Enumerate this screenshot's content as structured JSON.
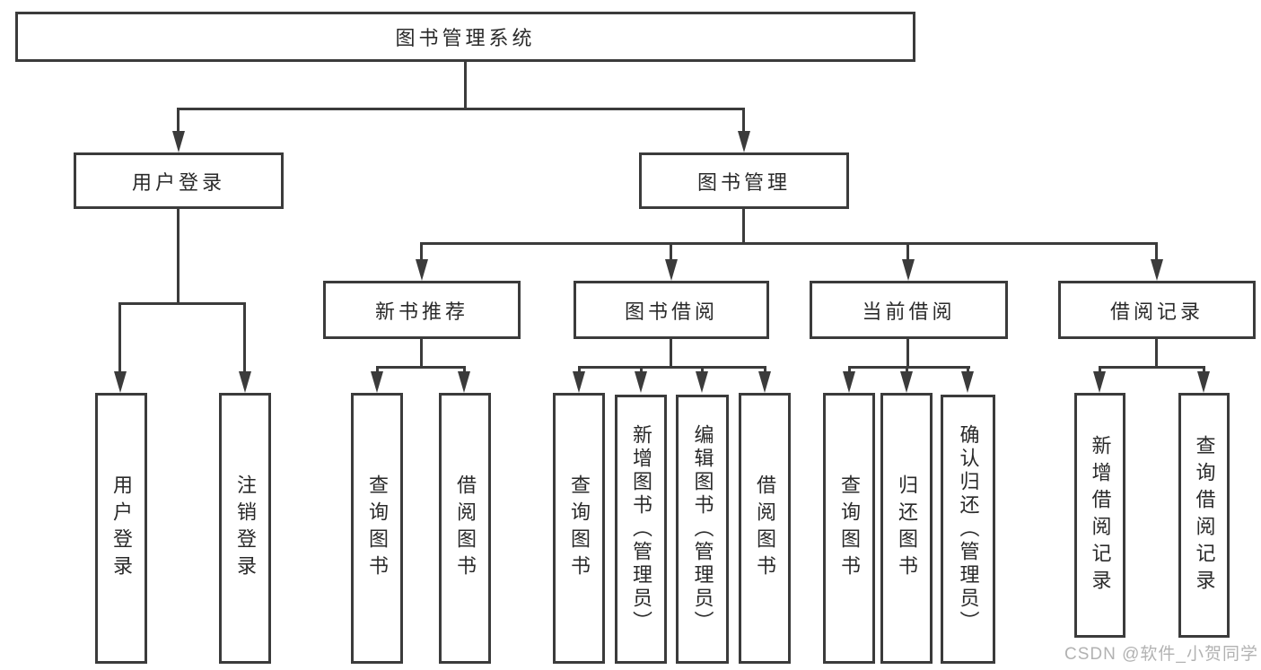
{
  "tree": {
    "label": "图书管理系统",
    "children": [
      {
        "label": "用户登录",
        "children": [
          {
            "label": "用户登录"
          },
          {
            "label": "注销登录"
          }
        ]
      },
      {
        "label": "图书管理",
        "children": [
          {
            "label": "新书推荐",
            "children": [
              {
                "label": "查询图书"
              },
              {
                "label": "借阅图书"
              }
            ]
          },
          {
            "label": "图书借阅",
            "children": [
              {
                "label": "查询图书"
              },
              {
                "label": "新增图书（管理员）"
              },
              {
                "label": "编辑图书（管理员）"
              },
              {
                "label": "借阅图书"
              }
            ]
          },
          {
            "label": "当前借阅",
            "children": [
              {
                "label": "查询图书"
              },
              {
                "label": "归还图书"
              },
              {
                "label": "确认归还（管理员）"
              }
            ]
          },
          {
            "label": "借阅记录",
            "children": [
              {
                "label": "新增借阅记录"
              },
              {
                "label": "查询借阅记录"
              }
            ]
          }
        ]
      }
    ]
  },
  "watermark": "CSDN @软件_小贺同学",
  "colors": {
    "line": "#3b3b3b",
    "box_border": "#3b3b3b",
    "text": "#2a2a2a",
    "watermark_text": "#b2b2b2",
    "background": "#ffffff"
  }
}
